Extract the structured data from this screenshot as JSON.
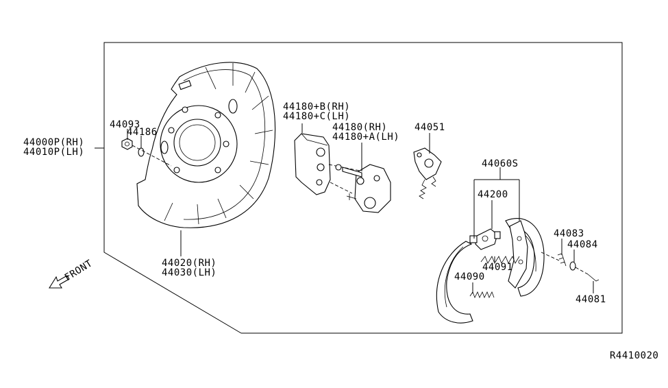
{
  "parts": {
    "p44000": "44000P(RH)",
    "p44010": "44010P(LH)",
    "p44093": "44093",
    "p44186": "44186",
    "p44020": "44020(RH)",
    "p44030": "44030(LH)",
    "p44180b": "44180+B(RH)",
    "p44180c": "44180+C(LH)",
    "p44180": "44180(RH)",
    "p44180a": "44180+A(LH)",
    "p44051": "44051",
    "p44060s": "44060S",
    "p44200": "44200",
    "p44091": "44091",
    "p44090": "44090",
    "p44083": "44083",
    "p44084": "44084",
    "p44081": "44081"
  },
  "front_label": "FRONT",
  "diagram_code": "R4410020"
}
